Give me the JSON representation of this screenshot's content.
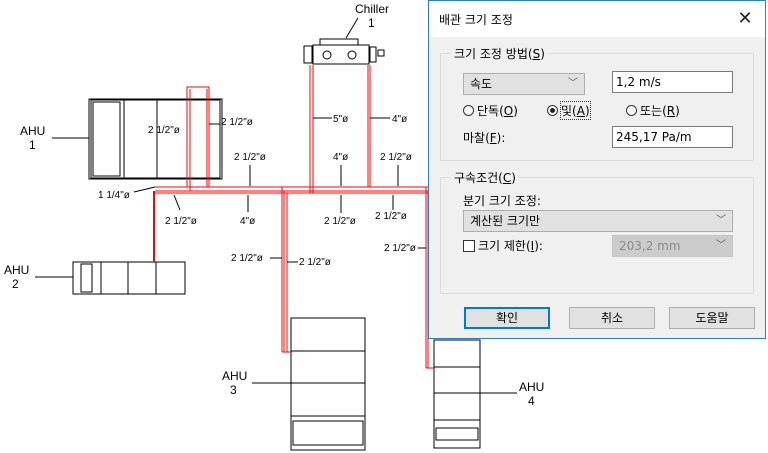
{
  "drawing": {
    "labels": {
      "chiller": [
        "Chiller",
        "1"
      ],
      "ahu1": [
        "AHU",
        "1"
      ],
      "ahu2": [
        "AHU",
        "2"
      ],
      "ahu3": [
        "AHU",
        "3"
      ],
      "ahu4": [
        "AHU",
        "4"
      ]
    },
    "pipe_sizes": [
      "2 1/2\"ø",
      "2 1/2\"ø",
      "5\"ø",
      "4\"ø",
      "2 1/2\"ø",
      "4\"ø",
      "2 1/2\"ø",
      "1 1/4\"ø",
      "2 1/2\"ø",
      "4\"ø",
      "2 1/2\"ø",
      "2 1/2\"ø",
      "2 1/2\"ø",
      "2 1/2\"ø",
      "2 1/2\"ø"
    ],
    "pipe_color": "#ff0000"
  },
  "dialog": {
    "title": "배관 크기 조정",
    "close_label": "✕",
    "sizing_method": {
      "group_label": "크기 조정 방법(",
      "group_key": "S",
      "group_suffix": ")",
      "method_select": "속도",
      "velocity_value": "1,2 m/s",
      "radios": [
        {
          "label": "단독(",
          "key": "O",
          "suffix": ")",
          "checked": false
        },
        {
          "label": "및(",
          "key": "A",
          "suffix": ")",
          "checked": true
        },
        {
          "label": "또는(",
          "key": "R",
          "suffix": ")",
          "checked": false
        }
      ],
      "friction_label": "마찰(",
      "friction_key": "F",
      "friction_suffix": "):",
      "friction_value": "245,17 Pa/m"
    },
    "constraints": {
      "group_label": "구속조건(",
      "group_key": "C",
      "group_suffix": ")",
      "branch_label": "분기 크기 조정:",
      "branch_select": "계산된 크기만",
      "limit_label": "크기 제한(",
      "limit_key": "I",
      "limit_suffix": "):",
      "limit_checked": false,
      "limit_value": "203,2 mm"
    },
    "buttons": {
      "ok": "확인",
      "cancel": "취소",
      "help": "도움말"
    },
    "accent_color": "#0078d7"
  }
}
